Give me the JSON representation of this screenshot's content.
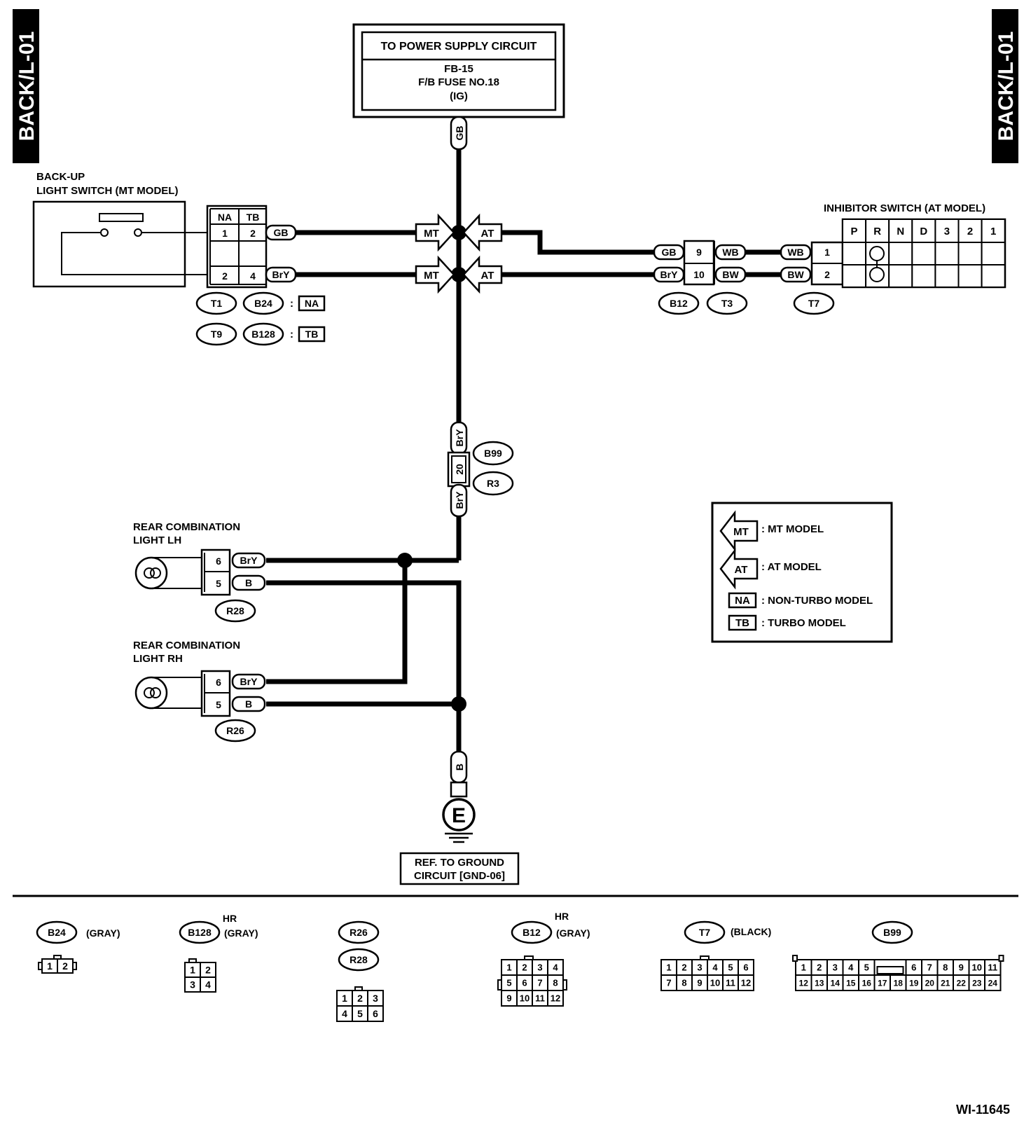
{
  "page": {
    "code_left": "BACK/L-01",
    "code_right": "BACK/L-01",
    "figure_id": "WI-11645"
  },
  "power": {
    "title": "TO POWER SUPPLY CIRCUIT",
    "line1": "FB-15",
    "line2": "F/B FUSE NO.18",
    "line3": "(IG)"
  },
  "backup_switch": {
    "label1": "BACK-UP",
    "label2": "LIGHT SWITCH (MT MODEL)",
    "col_na": "NA",
    "col_tb": "TB",
    "pin1": "1",
    "pin2": "2",
    "pin3": "2",
    "pin4": "4"
  },
  "inhibitor": {
    "label": "INHIBITOR SWITCH (AT MODEL)",
    "positions": [
      "P",
      "R",
      "N",
      "D",
      "3",
      "2",
      "1"
    ],
    "pin1": "1",
    "pin2": "2"
  },
  "wires": {
    "gb": "GB",
    "bry": "BrY",
    "wb": "WB",
    "bw": "BW",
    "b": "B"
  },
  "junction": {
    "mt": "MT",
    "at": "AT"
  },
  "connectors": {
    "t1": "T1",
    "b24": "B24",
    "t9": "T9",
    "b128": "B128",
    "na": "NA",
    "tb": "TB",
    "colon": ":",
    "b12": "B12",
    "t3": "T3",
    "t7": "T7",
    "pin9": "9",
    "pin10": "10",
    "b99": "B99",
    "r3": "R3",
    "pin20": "20",
    "r28": "R28",
    "r26": "R26",
    "pin6": "6",
    "pin5": "5"
  },
  "lights": {
    "lh1": "REAR COMBINATION",
    "lh2": "LIGHT LH",
    "rh1": "REAR COMBINATION",
    "rh2": "LIGHT RH"
  },
  "ground": {
    "symbol": "E",
    "ref1": "REF. TO GROUND",
    "ref2": "CIRCUIT [GND-06]"
  },
  "legend": {
    "mt": "MT",
    "mt_text": ": MT MODEL",
    "at": "AT",
    "at_text": ": AT MODEL",
    "na": "NA",
    "na_text": ": NON-TURBO MODEL",
    "tb": "TB",
    "tb_text": ": TURBO MODEL"
  },
  "bottom": {
    "b24": "B24",
    "b24_color": "(GRAY)",
    "b24_pins": [
      "1",
      "2"
    ],
    "b128": "B128",
    "b128_hr": "HR",
    "b128_color": "(GRAY)",
    "b128_pins": [
      "1",
      "2",
      "3",
      "4"
    ],
    "r26": "R26",
    "r28": "R28",
    "r_pins": [
      "1",
      "2",
      "3",
      "4",
      "5",
      "6"
    ],
    "b12": "B12",
    "b12_hr": "HR",
    "b12_color": "(GRAY)",
    "b12_pins": [
      "1",
      "2",
      "3",
      "4",
      "5",
      "6",
      "7",
      "8",
      "9",
      "10",
      "11",
      "12"
    ],
    "t7": "T7",
    "t7_color": "(BLACK)",
    "t7_pins": [
      "1",
      "2",
      "3",
      "4",
      "5",
      "6",
      "7",
      "8",
      "9",
      "10",
      "11",
      "12"
    ],
    "b99": "B99",
    "b99_top": [
      "1",
      "2",
      "3",
      "4",
      "5",
      "6",
      "7",
      "8",
      "9",
      "10",
      "11"
    ],
    "b99_bottom": [
      "12",
      "13",
      "14",
      "15",
      "16",
      "17",
      "18",
      "19",
      "20",
      "21",
      "22",
      "23",
      "24"
    ]
  }
}
